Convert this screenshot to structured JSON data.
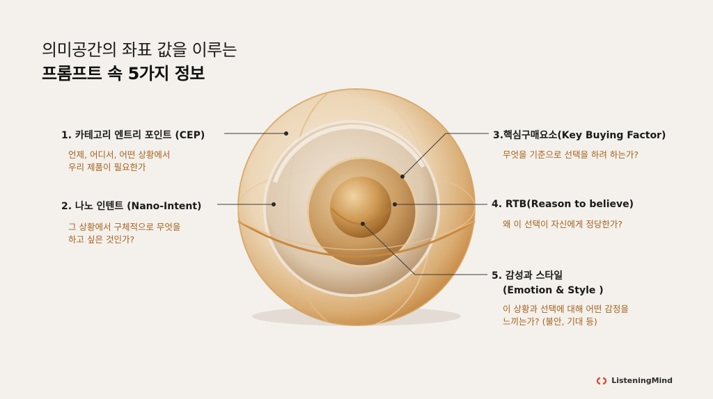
{
  "title": {
    "line1": "의미공간의 좌표 값을 이루는",
    "line2": "프롬프트 속 5가지 정보"
  },
  "items": [
    {
      "heading": "1.  카테고리 엔트리 포인트 (CEP)",
      "desc": [
        "언제, 어디서, 어떤 상황에서",
        "우리 제품이 필요한가"
      ]
    },
    {
      "heading": "2. 나노 인텐트 (Nano-Intent)",
      "desc": [
        "그 상황에서 구체적으로 무엇을",
        "하고 싶은 것인가?"
      ]
    },
    {
      "heading": "3.핵심구매요소(Key Buying Factor)",
      "desc": [
        "무엇을 기준으로 선택을 하려 하는가?"
      ]
    },
    {
      "heading": "4.  RTB(Reason to believe)",
      "desc": [
        "왜 이 선택이 자신에게 정당한가?"
      ]
    },
    {
      "heading": "5. 감성과 스타일",
      "heading2": "(Emotion & Style )",
      "desc": [
        "이 상황과 선택에 대해 어떤 감정을",
        "느끼는가? (불안, 기대 등)"
      ]
    }
  ],
  "brand": {
    "name": "ListeningMind",
    "logo_icon": "listeningmind-logo-icon",
    "color": "#d94a3a"
  },
  "colors": {
    "accent_text": "#a4621f",
    "background": "#f4f1ec"
  }
}
